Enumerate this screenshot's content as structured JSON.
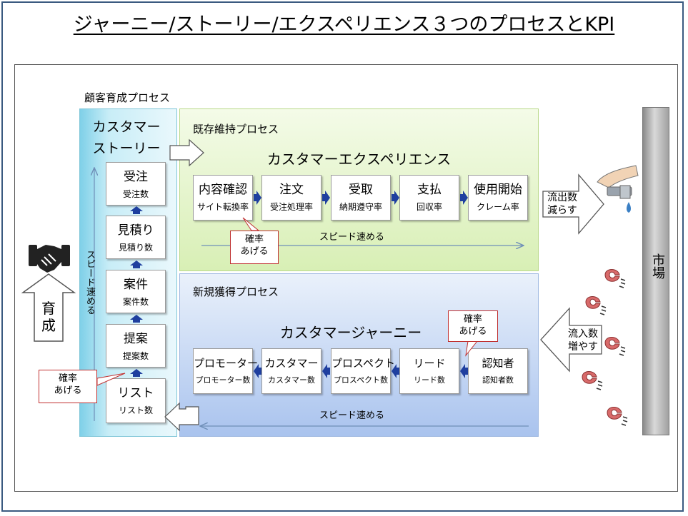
{
  "title": "ジャーニー/ストーリー/エクスペリエンス３つのプロセスとKPI",
  "growth_process": {
    "label": "顧客育成プロセス",
    "story_title_line1": "カスタマー",
    "story_title_line2": "ストーリー",
    "speed_label": "スピード速める",
    "stages": [
      {
        "name": "受注",
        "kpi": "受注数"
      },
      {
        "name": "見積り",
        "kpi": "見積り数"
      },
      {
        "name": "案件",
        "kpi": "案件数"
      },
      {
        "name": "提案",
        "kpi": "提案数"
      },
      {
        "name": "リスト",
        "kpi": "リスト数"
      }
    ],
    "callout_line1": "確率",
    "callout_line2": "あげる"
  },
  "retention_process": {
    "label": "既存維持プロセス",
    "title": "カスタマーエクスペリエンス",
    "speed_label": "スピード速める",
    "stages": [
      {
        "name": "内容確認",
        "kpi": "サイト転換率"
      },
      {
        "name": "注文",
        "kpi": "受注処理率"
      },
      {
        "name": "受取",
        "kpi": "納期遵守率"
      },
      {
        "name": "支払",
        "kpi": "回収率"
      },
      {
        "name": "使用開始",
        "kpi": "クレーム率"
      }
    ],
    "callout_line1": "確率",
    "callout_line2": "あげる"
  },
  "acquisition_process": {
    "label": "新規獲得プロセス",
    "title": "カスタマージャーニー",
    "speed_label": "スピード速める",
    "stages": [
      {
        "name": "プロモーター",
        "kpi": "プロモーター数"
      },
      {
        "name": "カスタマー",
        "kpi": "カスタマー数"
      },
      {
        "name": "プロスペクト",
        "kpi": "プロスペクト数"
      },
      {
        "name": "リード",
        "kpi": "リード数"
      },
      {
        "name": "認知者",
        "kpi": "認知者数"
      }
    ],
    "callout_line1": "確率",
    "callout_line2": "あげる"
  },
  "outflow": {
    "line1": "流出数",
    "line2": "減らす"
  },
  "inflow": {
    "line1": "流入数",
    "line2": "増やす"
  },
  "growth_arrow": {
    "line1": "育",
    "line2": "成"
  },
  "market": "市場",
  "icons": [
    "handshake-icon",
    "faucet-icon",
    "magnet-icon"
  ],
  "colors": {
    "frame": "#3a5a80",
    "arrow_blue": "#1f3f9f",
    "callout_border": "#c03030"
  }
}
